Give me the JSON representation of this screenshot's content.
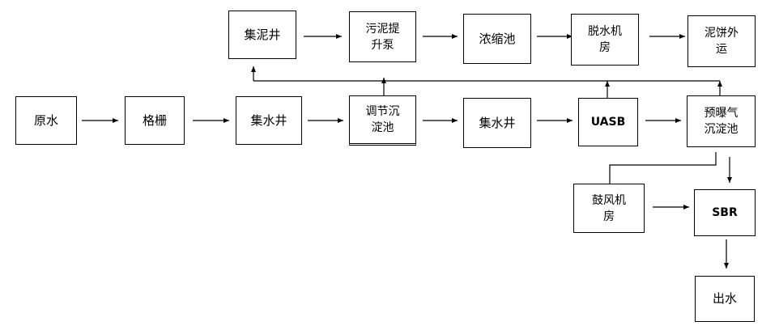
{
  "nodes": {
    "raw_water": "原水",
    "grid": "格栅",
    "collect_well_1": "集水井",
    "regulate_tank": "调节沉\n淀池",
    "collect_well_2": "集水井",
    "uasb": "UASB",
    "pre_aeration": "预曝气\n沉淀池",
    "sludge_well": "集泥井",
    "sludge_pump": "污泥提\n升泵",
    "thickener": "浓缩池",
    "dewater_room": "脱水机\n房",
    "cake_out": "泥饼外\n运",
    "blower_room": "鼓风机\n房",
    "sbr": "SBR",
    "effluent": "出水"
  }
}
